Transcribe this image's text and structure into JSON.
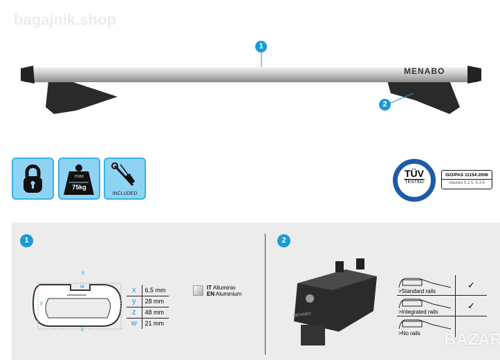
{
  "watermark": "bagajnik.shop",
  "callouts": {
    "bar": "1",
    "foot": "2"
  },
  "brand": "MENABO",
  "features": {
    "load_max": "max",
    "load_value": "75kg",
    "tools": "INCLUDED"
  },
  "certs": {
    "tuv_top": "TÜV",
    "tuv_bottom": "TESTED",
    "iso": "ISO/PAS 11154:2006",
    "clauses": "clauses 5.2.5, 5.3.5"
  },
  "section1": {
    "num": "1",
    "profile_labels": {
      "x": "x",
      "w": "w",
      "y": "y",
      "z": "z"
    },
    "dimensions": [
      {
        "k": "x",
        "v": "6,5 mm"
      },
      {
        "k": "y",
        "v": "28 mm"
      },
      {
        "k": "z",
        "v": "48 mm"
      },
      {
        "k": "w",
        "v": "21 mm"
      }
    ],
    "material": {
      "it_code": "IT",
      "it": "Alluminio",
      "en_code": "EN",
      "en": "Aluminium"
    }
  },
  "section2": {
    "num": "2",
    "foot_brand": "MENABO",
    "rails": [
      {
        "label": ">Standard rails",
        "check": "✓"
      },
      {
        "label": ">Integrated rails",
        "check": "✓"
      },
      {
        "label": ">No rails",
        "check": ""
      }
    ]
  },
  "corner_watermark": "BAZAR"
}
